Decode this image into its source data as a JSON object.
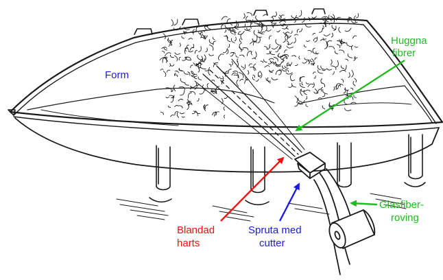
{
  "labels": {
    "form": "Form",
    "chopped_fibers_line1": "Huggna",
    "chopped_fibers_line2": "fibrer",
    "glass_roving_line1": "Glasfiber-",
    "glass_roving_line2": "roving",
    "mixed_resin_line1": "Blandad",
    "mixed_resin_line2": "harts",
    "spray_gun_line1": "Spruta med",
    "spray_gun_line2": "cutter"
  },
  "colors": {
    "form": "#1a1ae6",
    "chopped_fibers": "#22bb22",
    "glass_roving": "#22bb22",
    "mixed_resin": "#ee1111",
    "spray_gun": "#1a1ae6",
    "line_art": "#1a1a1a"
  }
}
